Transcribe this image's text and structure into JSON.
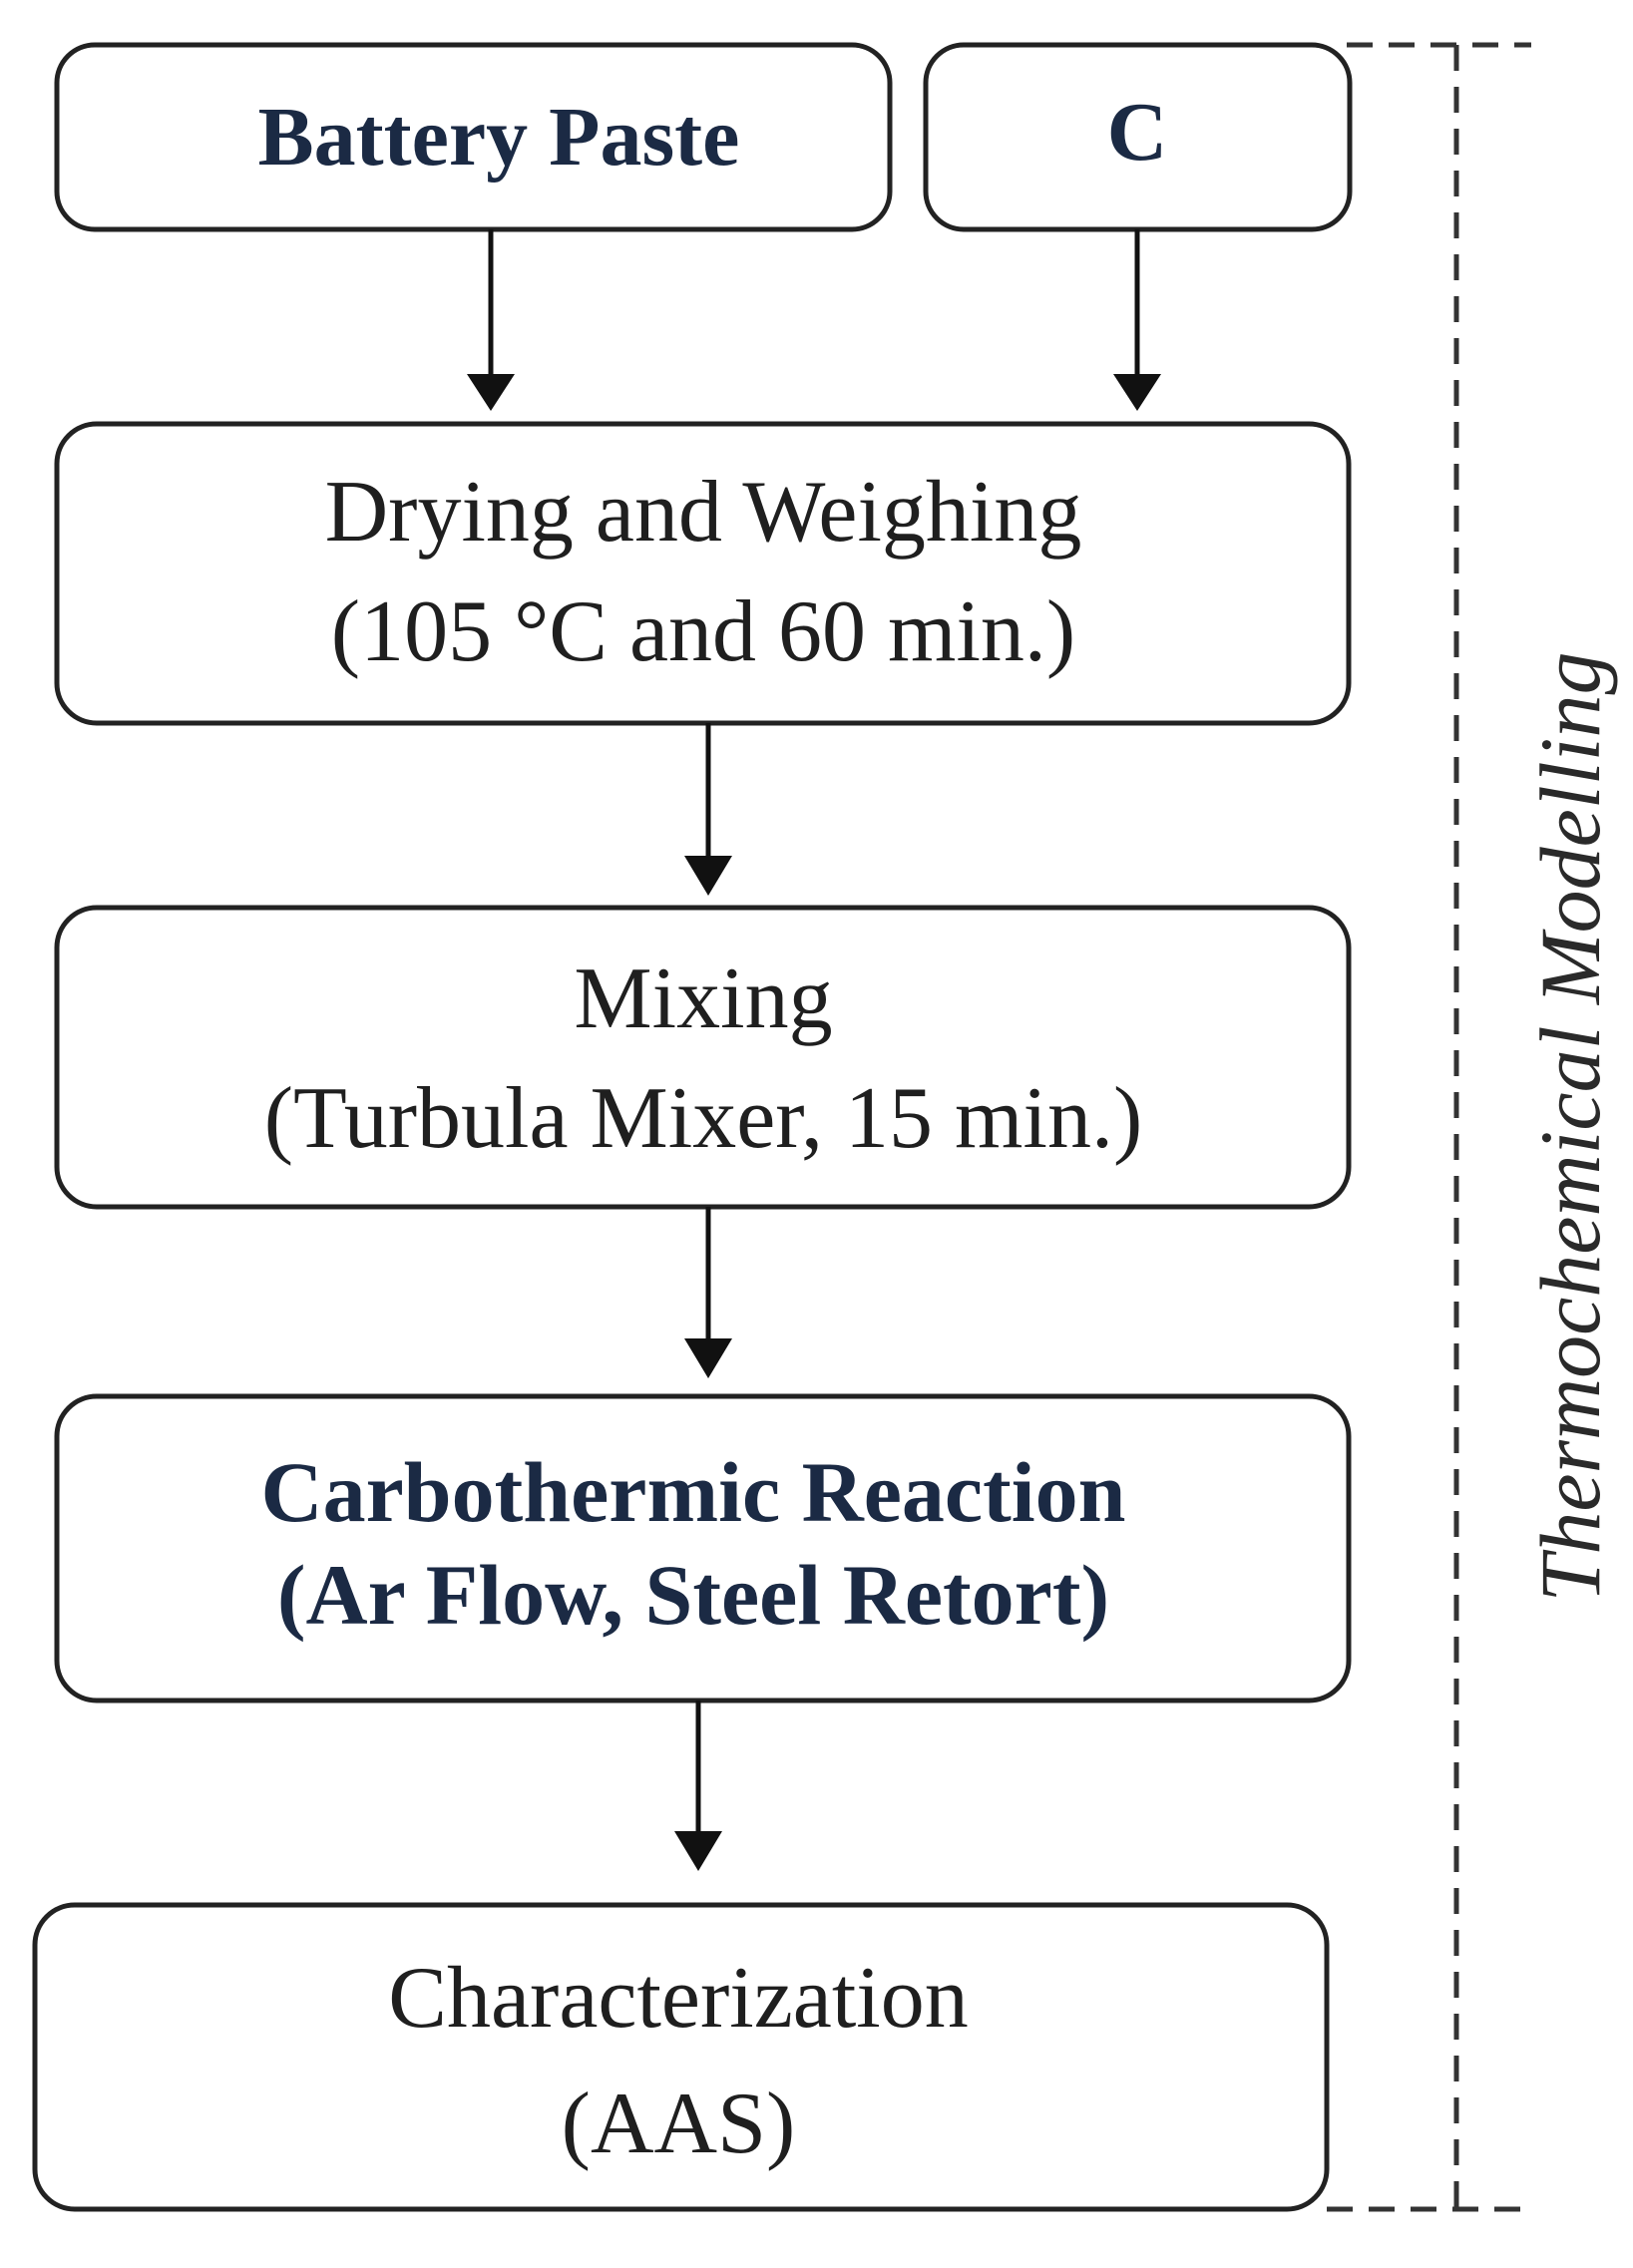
{
  "nodes": {
    "battery_paste": {
      "label": "Battery Paste"
    },
    "carbon": {
      "label": "C"
    },
    "drying": {
      "line1": "Drying and Weighing",
      "line2": "(105 °C and 60 min.)"
    },
    "mixing": {
      "line1": "Mixing",
      "line2": "(Turbula Mixer, 15 min.)"
    },
    "carbothermic": {
      "line1": "Carbothermic Reaction",
      "line2": "(Ar Flow, Steel Retort)"
    },
    "characterization": {
      "line1": "Characterization",
      "line2": "(AAS)"
    }
  },
  "side_bracket": {
    "label": "Thermochemical Modelling"
  }
}
